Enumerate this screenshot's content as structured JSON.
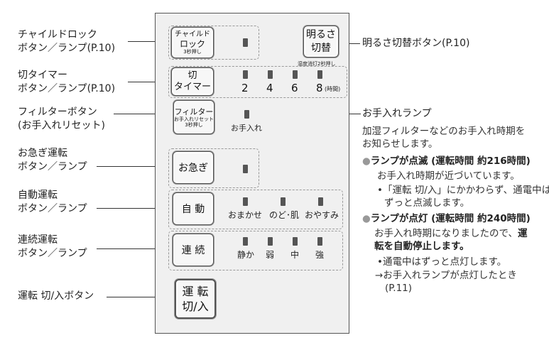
{
  "left_labels": {
    "child_lock": [
      "チャイルドロック",
      "ボタン／ランプ(P.10)"
    ],
    "off_timer": [
      "切タイマー",
      "ボタン／ランプ(P.10)"
    ],
    "filter": [
      "フィルターボタン",
      "(お手入れリセット)"
    ],
    "quick": [
      "お急ぎ運転",
      "ボタン／ランプ"
    ],
    "auto": [
      "自動運転",
      "ボタン／ランプ"
    ],
    "continuous": [
      "連続運転",
      "ボタン／ランプ"
    ],
    "power": "運転 切/入ボタン"
  },
  "panel": {
    "child_lock_btn": [
      "チャイルド",
      "ロック",
      "3秒押し"
    ],
    "brightness_btn": [
      "明るさ",
      "切替"
    ],
    "brightness_note": "湿度消灯2秒押し",
    "timer_btn": [
      "切",
      "タイマー"
    ],
    "timer_values": [
      "2",
      "4",
      "6",
      "8"
    ],
    "timer_unit": "(時間)",
    "filter_btn": [
      "フィルター",
      "お手入れリセット",
      "3秒押し"
    ],
    "care_lamp_label": "お手入れ",
    "quick_btn": "お急ぎ",
    "auto_btn": "自 動",
    "auto_modes": [
      "おまかせ",
      "のど･肌",
      "おやすみ"
    ],
    "continuous_btn": "連 続",
    "continuous_modes": [
      "静か",
      "弱",
      "中",
      "強"
    ],
    "power_btn": [
      "運 転",
      "切/入"
    ]
  },
  "right_labels": {
    "brightness": "明るさ切替ボタン(P.10)",
    "care_lamp_title": "お手入れランプ",
    "care_desc": [
      "加湿フィルターなどのお手入れ時期を",
      "お知らせします。"
    ],
    "blink_heading": "ランプが点滅 (運転時間 約216時間)",
    "blink_text": "お手入れ時期が近づいています。",
    "blink_note": [
      "•「運転 切/入」にかかわらず、通電中は",
      "ずっと点滅します。"
    ],
    "on_heading": "ランプが点灯 (運転時間 約240時間)",
    "on_text_1": "お手入れ時期になりましたので、",
    "on_text_1_bold": "運",
    "on_text_2_bold": "転を自動停止します。",
    "on_note": "•通電中はずっと点灯します。",
    "on_ref": [
      "→お手入れランプが点灯したとき",
      "(P.11)"
    ],
    "bullet": "●"
  }
}
